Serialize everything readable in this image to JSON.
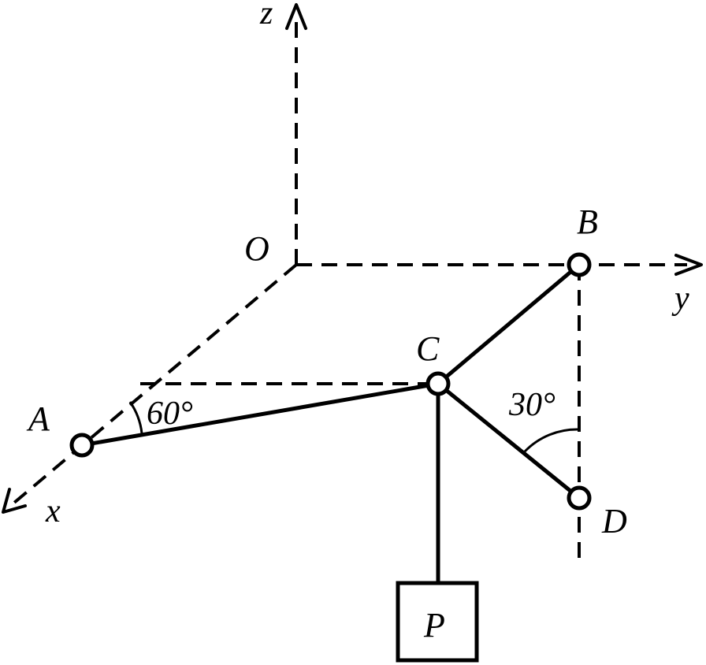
{
  "diagram": {
    "axes": {
      "x": "x",
      "y": "y",
      "z": "z"
    },
    "points": {
      "origin": "O",
      "a": "A",
      "b": "B",
      "c": "C",
      "d": "D"
    },
    "load": "P",
    "angles": {
      "at_a": "60°",
      "at_d_vertical": "30°"
    }
  }
}
